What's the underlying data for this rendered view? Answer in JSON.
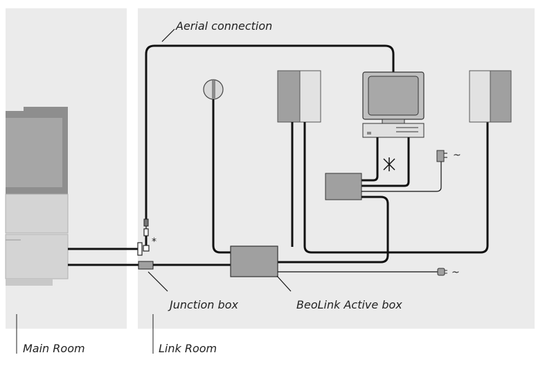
{
  "labels": {
    "aerial": "Aerial connection",
    "junction": "Junction box",
    "beolink": "BeoLink Active box",
    "main_room": "Main Room",
    "link_room": "Link Room"
  },
  "symbols": {
    "asterisk": "*",
    "mains_top": "~",
    "mains_bottom": "~"
  },
  "colors": {
    "room_bg": "#ebebeb",
    "device_dark": "#a0a0a0",
    "device_light": "#e2e2e2",
    "device_mid": "#b8b8b8",
    "cable": "#111111"
  }
}
